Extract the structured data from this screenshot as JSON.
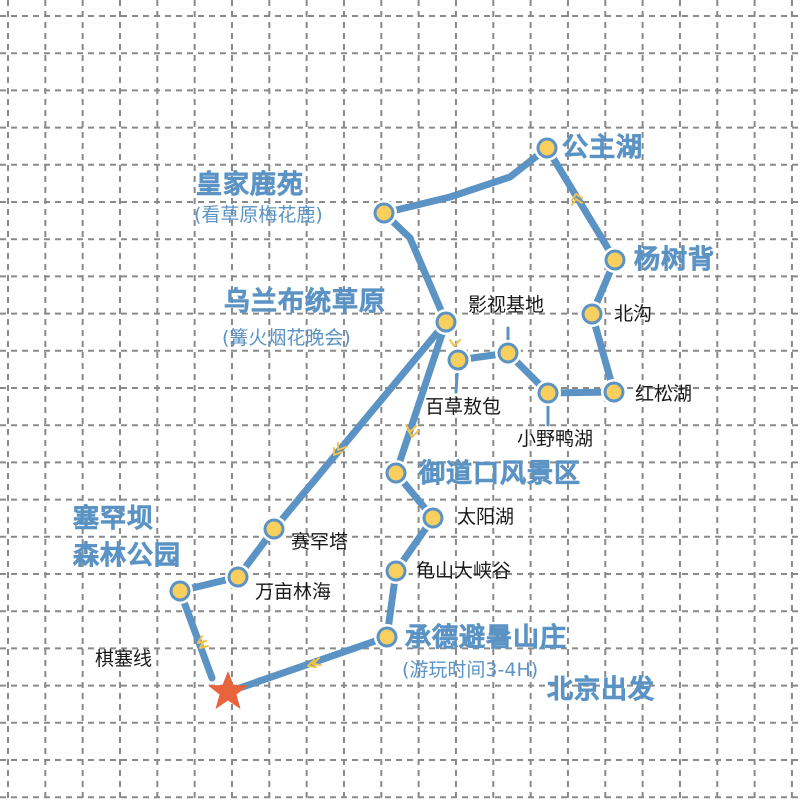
{
  "map": {
    "colors": {
      "route_line": "#5b93c4",
      "node_fill": "#f9cf5e",
      "node_ring": "#5b93c4",
      "arrow": "#f3c24a",
      "start_star": "#e8643c",
      "grid": "#8a8a8a",
      "major_label": "#5b93c4",
      "minor_label": "#1a1a1a"
    },
    "start": {
      "name": "北京出发",
      "icon": "star-icon"
    },
    "stops": [
      {
        "id": "gongzhuhu",
        "name": "公主湖",
        "type": "major"
      },
      {
        "id": "huangjialuyuan",
        "name": "皇家鹿苑",
        "note": "(看草原梅花鹿)",
        "type": "major"
      },
      {
        "id": "yangshubei",
        "name": "杨树背",
        "type": "major"
      },
      {
        "id": "wulanbutong",
        "name": "乌兰布统草原",
        "note": "(篝火烟花晚会)",
        "type": "major"
      },
      {
        "id": "yingshijidi",
        "name": "影视基地",
        "type": "minor"
      },
      {
        "id": "beigou",
        "name": "北沟",
        "type": "minor"
      },
      {
        "id": "baicaoaobao",
        "name": "百草敖包",
        "type": "minor"
      },
      {
        "id": "honsonghu",
        "name": "红松湖",
        "type": "minor"
      },
      {
        "id": "xiaoyeyahu",
        "name": "小野鸭湖",
        "type": "minor"
      },
      {
        "id": "yudaokou",
        "name": "御道口风景区",
        "type": "major"
      },
      {
        "id": "taiyanghu",
        "name": "太阳湖",
        "type": "minor"
      },
      {
        "id": "saihanba",
        "name": "塞罕坝",
        "name_line2": "森林公园",
        "type": "major"
      },
      {
        "id": "saihanta",
        "name": "赛罕塔",
        "type": "minor"
      },
      {
        "id": "wanmulinhai",
        "name": "万亩林海",
        "type": "minor"
      },
      {
        "id": "guishandaxiagu",
        "name": "龟山大峡谷",
        "type": "minor"
      },
      {
        "id": "chengde",
        "name": "承德避暑山庄",
        "note": "(游玩时间3-4H)",
        "type": "major"
      }
    ],
    "route_labels": {
      "qisai": "棋塞线"
    }
  }
}
